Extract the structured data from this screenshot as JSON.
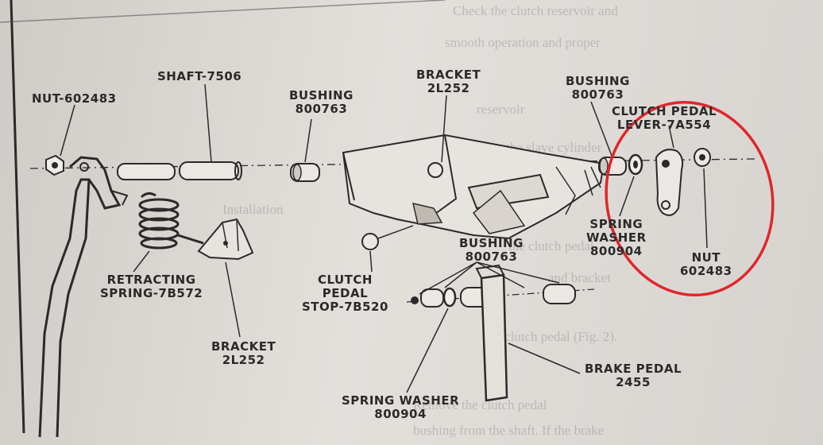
{
  "labels": {
    "nut_left": "NUT-602483",
    "shaft": "SHAFT-7506",
    "bushing_top": [
      "BUSHING",
      "800763"
    ],
    "bracket_top": [
      "BRACKET",
      "2L252"
    ],
    "bushing_right": [
      "BUSHING",
      "800763"
    ],
    "clutch_pedal_lever": [
      "CLUTCH PEDAL",
      "LEVER-7A554"
    ],
    "spring_washer_right": [
      "SPRING",
      "WASHER",
      "800904"
    ],
    "nut_right": [
      "NUT",
      "602483"
    ],
    "bushing_mid": [
      "BUSHING",
      "800763"
    ],
    "clutch_pedal_stop": [
      "CLUTCH",
      "PEDAL",
      "STOP-7B520"
    ],
    "retracting_spring": [
      "RETRACTING",
      "SPRING-7B572"
    ],
    "bracket_bottom": [
      "BRACKET",
      "2L252"
    ],
    "brake_pedal": [
      "BRAKE PEDAL",
      "2455"
    ],
    "spring_washer_bottom": [
      "SPRING WASHER",
      "800904"
    ]
  },
  "background_text": [
    "Check the clutch reservoir and",
    "smooth operation and proper",
    "reservoir",
    "from the slave cylinder",
    "Installation",
    "the clutch pedal",
    "and bracket",
    "the clutch pedal (Fig. 2).",
    "Remove the clutch pedal",
    "bushing from the shaft. If the brake"
  ],
  "colors": {
    "ink": "#2a2a2a",
    "highlight_circle": "#e0262a",
    "paper": "#dcd9d5"
  }
}
